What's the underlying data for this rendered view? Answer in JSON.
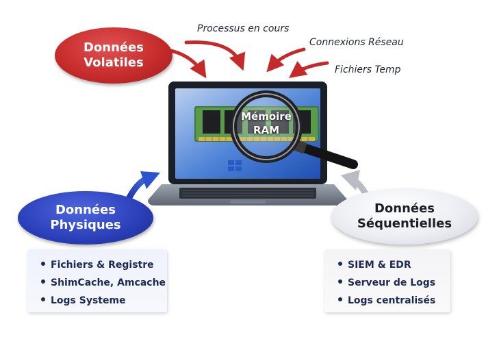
{
  "volatile": {
    "title_line1": "Données",
    "title_line2": "Volatiles",
    "color": "#c42a2a",
    "sources": [
      "Processus en cours",
      "Connexions Réseau",
      "Fichiers Temp"
    ]
  },
  "ram": {
    "line1": "Mémoire",
    "line2": "RAM"
  },
  "physical": {
    "title_line1": "Données",
    "title_line2": "Physiques",
    "color": "#2a3fb8",
    "items": [
      "Fichiers & Registre",
      "ShimCache, Amcache",
      "Logs Systeme"
    ]
  },
  "sequential": {
    "title_line1": "Données",
    "title_line2": "Séquentielles",
    "color": "#e6e8ee",
    "items": [
      "SIEM & EDR",
      "Serveur de Logs",
      "Logs centralisés"
    ]
  }
}
